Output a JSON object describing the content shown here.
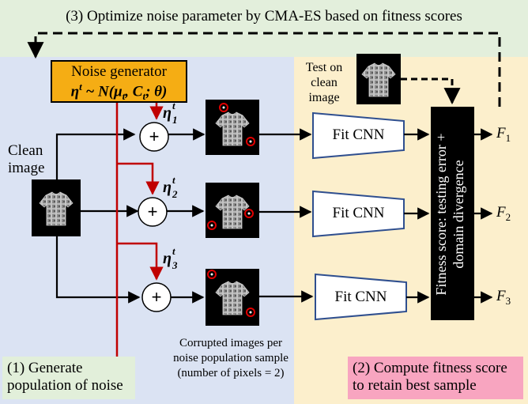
{
  "colors": {
    "top_band": "#e3efdc",
    "left_panel": "#dbe3f3",
    "right_panel": "#fcefcc",
    "noise_generator": "#f5ad14",
    "red_arrow": "#c00000",
    "note_green": "#e2efda",
    "note_pink": "#f8a5c0",
    "fitness_box": "#000000",
    "cnn_fill": "#ffffff",
    "cnn_stroke": "#2f4f8f"
  },
  "step3": {
    "text": "(3) Optimize noise parameter by CMA-ES based on fitness scores"
  },
  "noise_generator": {
    "title": "Noise generator",
    "formula": "η^t ~ N(μ_t, C_t; θ)"
  },
  "clean_image": {
    "line1": "Clean",
    "line2": "image"
  },
  "test_clean": {
    "line1": "Test on",
    "line2": "clean",
    "line3": "image"
  },
  "noise_labels": [
    {
      "base": "η",
      "sup": "t",
      "sub": "1"
    },
    {
      "base": "η",
      "sup": "t",
      "sub": "2"
    },
    {
      "base": "η",
      "sup": "t",
      "sub": "3"
    }
  ],
  "plus_symbol": "+",
  "cnn_label": "Fit CNN",
  "fitness_box": {
    "line1": "Fitness score: testing error +",
    "line2": "domain divergence"
  },
  "outputs": [
    {
      "base": "F",
      "sub": "1"
    },
    {
      "base": "F",
      "sub": "2"
    },
    {
      "base": "F",
      "sub": "3"
    }
  ],
  "corrupted_caption": {
    "line1": "Corrupted images per",
    "line2": "noise population sample",
    "line3": "(number of pixels = 2)"
  },
  "step1": {
    "line1": "(1) Generate",
    "line2": "population of noise"
  },
  "step2": {
    "line1": "(2) Compute fitness score",
    "line2": "to retain best sample"
  },
  "icons": [
    "shirt-image",
    "plus-node",
    "fit-cnn-trapezoid",
    "red-circle-marker"
  ]
}
